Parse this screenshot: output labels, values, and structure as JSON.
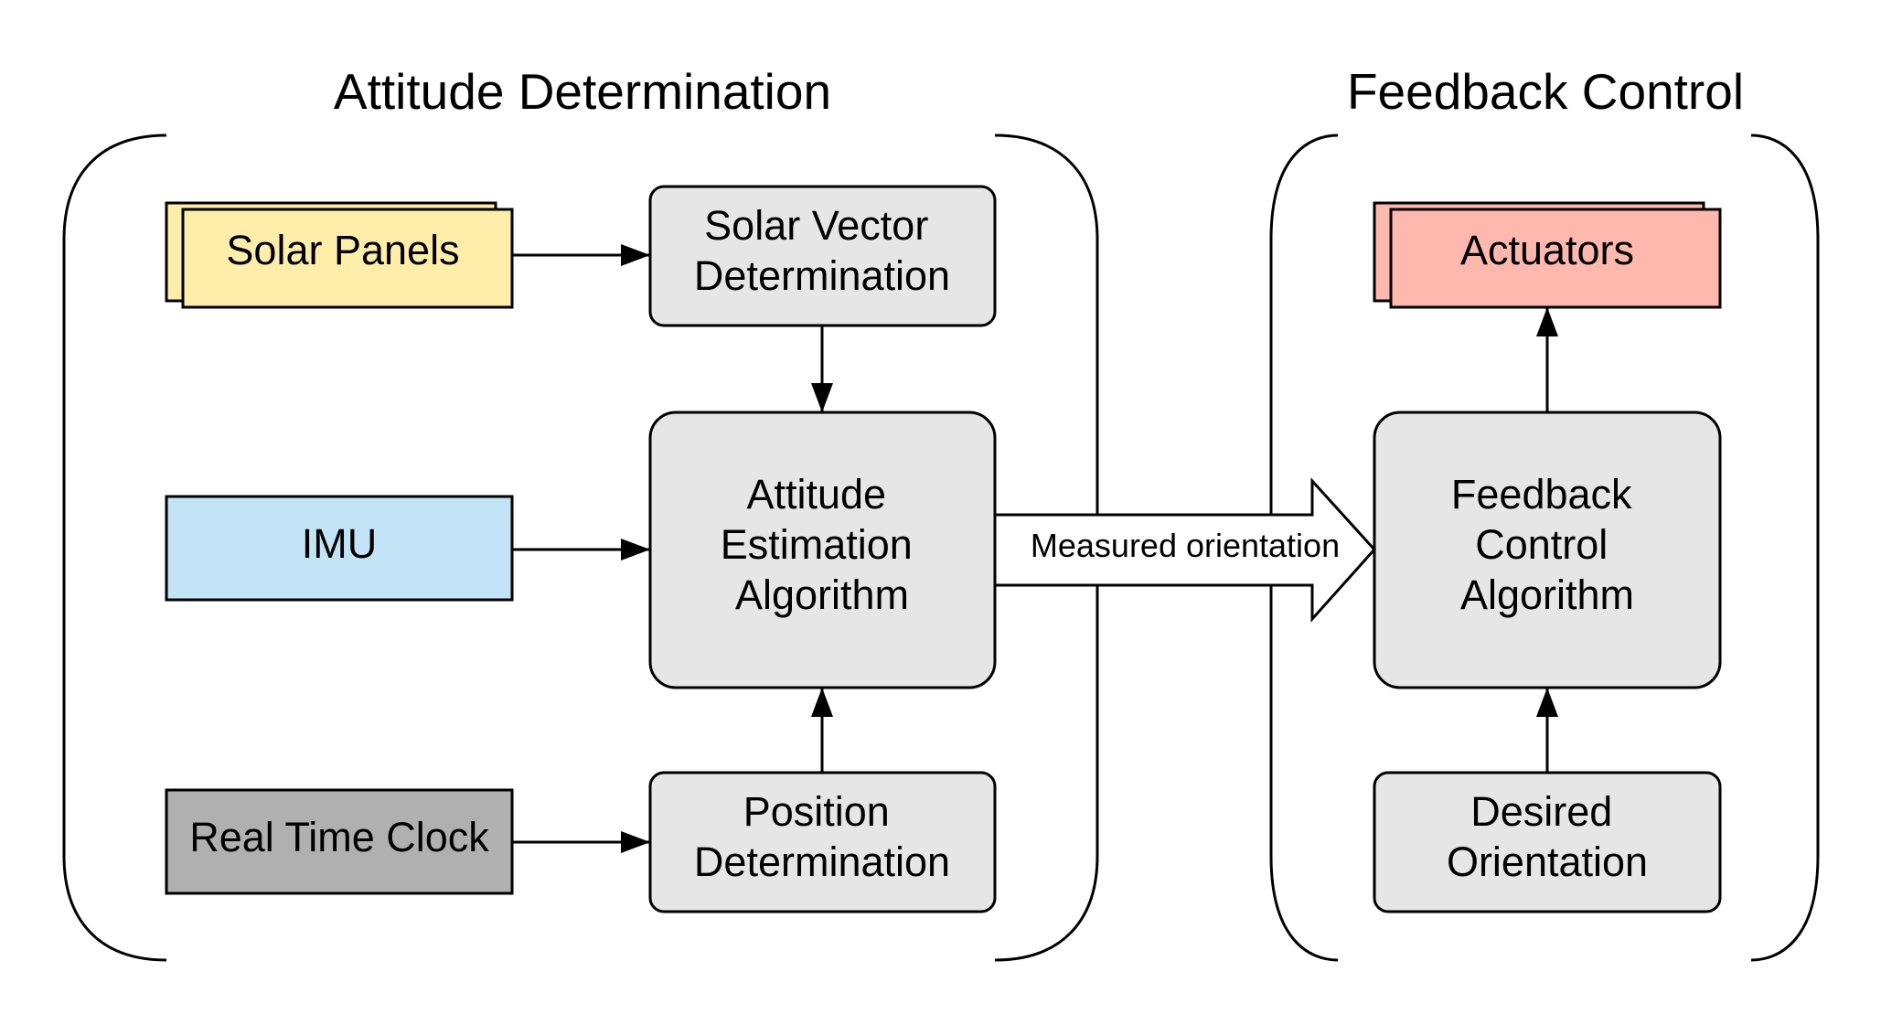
{
  "titles": {
    "left": "Attitude Determination",
    "right": "Feedback Control"
  },
  "boxes": {
    "solar_panels": {
      "lines": [
        "Solar Panels"
      ],
      "color": "#FFEEAA"
    },
    "imu": {
      "lines": [
        "IMU"
      ],
      "color": "#C2E4F6"
    },
    "real_time_clock": {
      "lines": [
        "Real Time Clock"
      ],
      "color": "#B0B0B0"
    },
    "solar_vector": {
      "lines": [
        "Solar Vector",
        "Determination"
      ],
      "color": "#E6E6E6"
    },
    "attitude_estimation": {
      "lines": [
        "Attitude",
        "Estimation",
        "Algorithm"
      ],
      "color": "#E6E6E6"
    },
    "position_determination": {
      "lines": [
        "Position",
        "Determination"
      ],
      "color": "#E6E6E6"
    },
    "actuators": {
      "lines": [
        "Actuators"
      ],
      "color": "#FFB8AE"
    },
    "feedback_algorithm": {
      "lines": [
        "Feedback",
        "Control",
        "Algorithm"
      ],
      "color": "#E6E6E6"
    },
    "desired_orientation": {
      "lines": [
        "Desired",
        "Orientation"
      ],
      "color": "#E6E6E6"
    }
  },
  "arrow_label": "Measured orientation"
}
